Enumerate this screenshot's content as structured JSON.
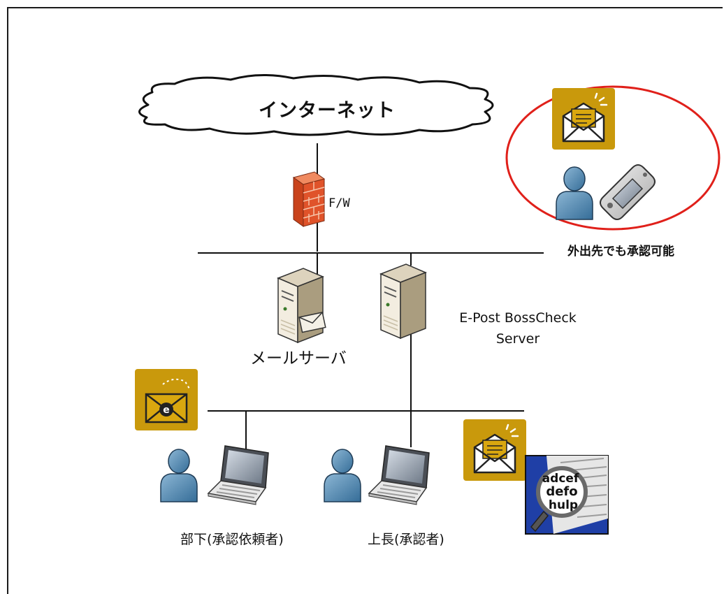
{
  "internet": {
    "label": "インターネット"
  },
  "firewall": {
    "label": "F/W",
    "icon": "firewall-icon"
  },
  "mail_server": {
    "label": "メールサーバ",
    "icon": "server-icon"
  },
  "bosscheck_server": {
    "line1": "E-Post BossCheck",
    "line2": "Server",
    "icon": "server-icon"
  },
  "mobile": {
    "label": "外出先でも承認可能",
    "icons": [
      "open-envelope-icon",
      "user-icon",
      "handheld-device-icon"
    ],
    "highlight_color": "#e0201a"
  },
  "subordinate": {
    "label": "部下(承認依頼者)",
    "icons": [
      "e-mail-icon",
      "user-icon",
      "laptop-icon"
    ]
  },
  "boss": {
    "label": "上長(承認者)",
    "icons": [
      "open-envelope-icon",
      "user-icon",
      "laptop-icon",
      "magnifier-icon"
    ]
  },
  "colors": {
    "icon_tile": "#c9990c",
    "person": "#4f86ae",
    "firewall": "#e0532a"
  },
  "magnifier_text": {
    "top": "adcef",
    "middle": "defo",
    "bottom": "hulp"
  }
}
